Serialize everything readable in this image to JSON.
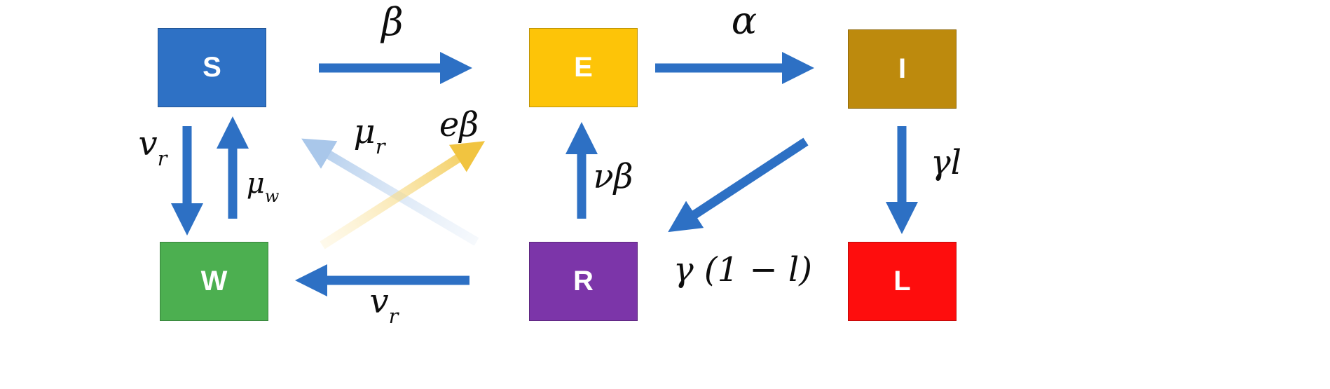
{
  "diagram": {
    "description": "Epidemic compartment flow diagram",
    "background_color": "#ffffff",
    "arrow_color": "#2d70c4",
    "faded_blue_arrow_color": "#a9c7ea",
    "faded_gold_arrow_color": "#f1c440",
    "nodes": [
      {
        "id": "S",
        "label": "S",
        "color": "#2e71c5"
      },
      {
        "id": "E",
        "label": "E",
        "color": "#fdc408"
      },
      {
        "id": "I",
        "label": "I",
        "color": "#bd8a0d"
      },
      {
        "id": "W",
        "label": "W",
        "color": "#4caf50"
      },
      {
        "id": "R",
        "label": "R",
        "color": "#7c35a9"
      },
      {
        "id": "L",
        "label": "L",
        "color": "#fe0d0d"
      }
    ],
    "edges": [
      {
        "from": "S",
        "to": "E",
        "label": "β"
      },
      {
        "from": "E",
        "to": "I",
        "label": "α"
      },
      {
        "from": "S",
        "to": "W",
        "label": "v",
        "sub": "r"
      },
      {
        "from": "W",
        "to": "S",
        "label": "μ",
        "sub": "w"
      },
      {
        "from": "R",
        "to": "E",
        "label": "νβ"
      },
      {
        "from": "I",
        "to": "L",
        "label": "γl"
      },
      {
        "from": "I",
        "to": "R",
        "label": "γ (1 − l)"
      },
      {
        "from": "R",
        "to": "W",
        "label": "v",
        "sub": "r"
      },
      {
        "style": "faded-blue",
        "label": "μ",
        "sub": "r"
      },
      {
        "style": "faded-gold",
        "label": "eβ"
      }
    ]
  }
}
